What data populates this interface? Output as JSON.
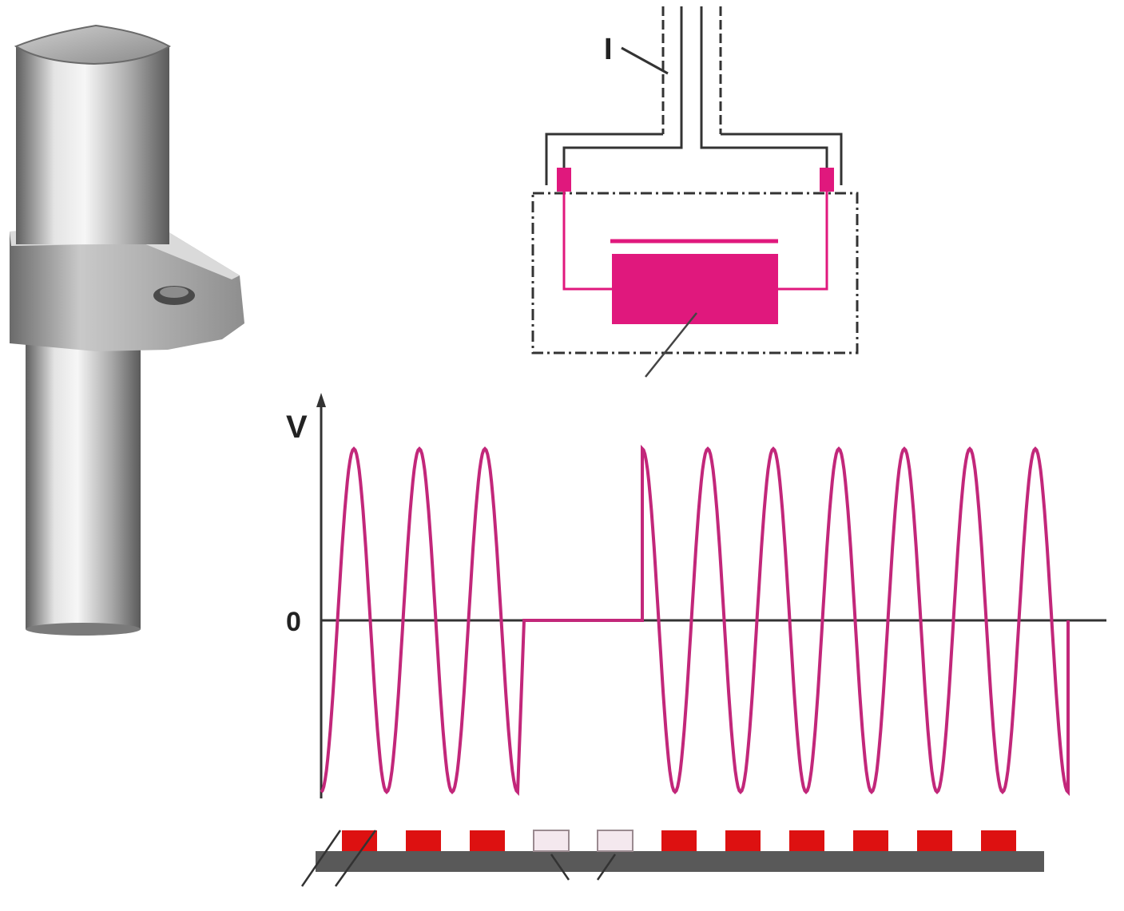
{
  "labels": {
    "callout_one": "I",
    "axis_v": "V",
    "axis_zero": "0"
  },
  "colors": {
    "signal": "#c2277a",
    "coil": "#e0187d",
    "outline": "#333333",
    "axis": "#333333",
    "tooth": "#dd1111",
    "tooth_missing": "#f4e8ee",
    "wheel": "#595959",
    "sensor_metal": "#9a9a9a"
  },
  "chart_data": {
    "type": "line",
    "title": "",
    "xlabel": "",
    "ylabel": "V",
    "y_ticks": [
      "0"
    ],
    "ylim": [
      -1,
      1
    ],
    "grid": false,
    "waveform": {
      "before_gap_half_cycles": 6,
      "gap_start_x": 3.0,
      "gap_end_x": 5.0,
      "after_gap_cycles": 6.5,
      "amplitude": 1
    }
  },
  "tone_wheel": {
    "teeth": [
      "present",
      "present",
      "present",
      "missing",
      "missing",
      "present",
      "present",
      "present",
      "present",
      "present",
      "present"
    ]
  }
}
